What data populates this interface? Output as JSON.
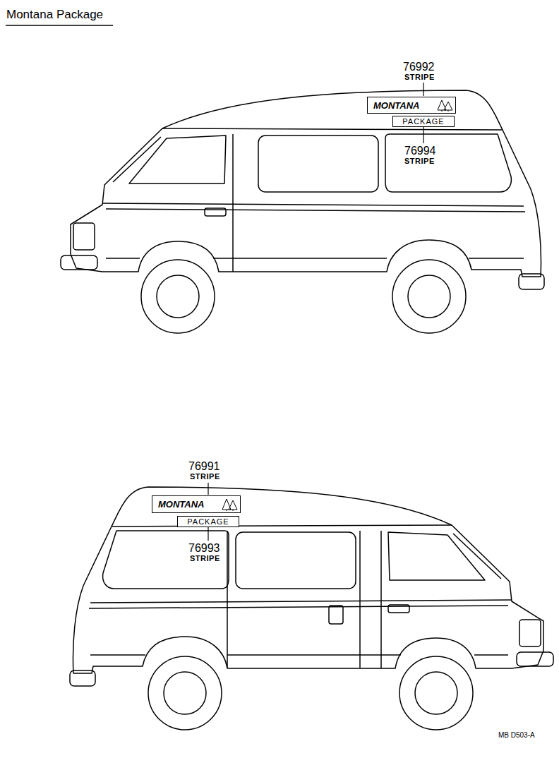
{
  "diagram": {
    "title": "Montana Package",
    "nodes": [
      {
        "text": [
          "MONTANA"
        ]
      },
      {
        "text": [
          "PACKAGE"
        ]
      },
      {
        "text": [
          "MONTANA"
        ]
      },
      {
        "text": [
          "PACKAGE"
        ]
      }
    ],
    "labels": [
      "76992",
      "STRIPE",
      "76994",
      "STRIPE",
      "76991",
      "STRIPE",
      "76993",
      "STRIPE",
      "MB D503-A"
    ]
  }
}
